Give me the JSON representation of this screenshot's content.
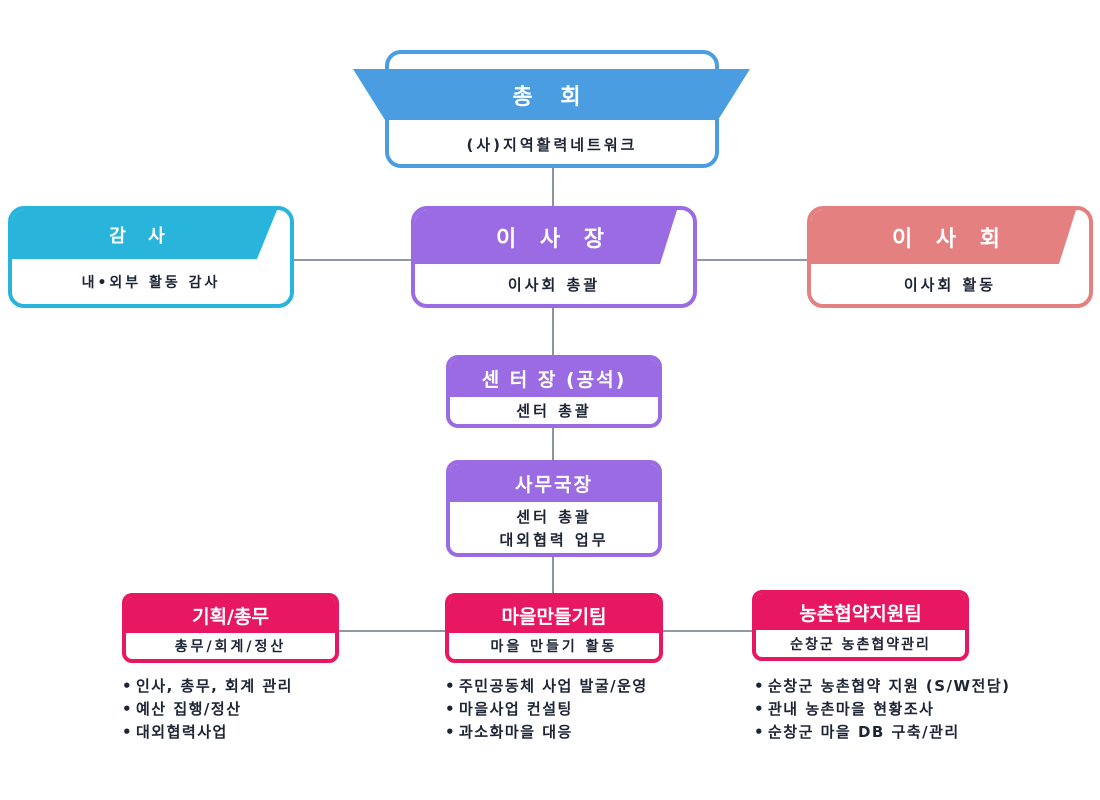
{
  "general_assembly": {
    "title": "총 회",
    "subtitle": "(사)지역활력네트워크"
  },
  "auditor": {
    "title": "감 사",
    "subtitle": "내•외부 활동 감사"
  },
  "chairman": {
    "title": "이 사 장",
    "subtitle": "이사회 총괄"
  },
  "board": {
    "title": "이 사 회",
    "subtitle": "이사회 활동"
  },
  "center_director": {
    "title": "센 터 장 (공석)",
    "subtitle": "센터 총괄"
  },
  "secretary_general": {
    "title": "사무국장",
    "subtitle_1": "센터 총괄",
    "subtitle_2": "대외협력 업무"
  },
  "teams": [
    {
      "title": "기획/총무",
      "subtitle": "총무/회계/정산",
      "duties": [
        "인사, 총무, 회계 관리",
        "예산 집행/정산",
        "대외협력사업"
      ]
    },
    {
      "title": "마을만들기팀",
      "subtitle": "마을 만들기 활동",
      "duties": [
        "주민공동체 사업 발굴/운영",
        "마을사업 컨설팅",
        "과소화마을 대응"
      ]
    },
    {
      "title": "농촌협약지원팀",
      "subtitle": "순창군 농촌협약관리",
      "duties": [
        "순창군 농촌협약 지원 (S/W전담)",
        "관내 농촌마을 현황조사",
        "순창군 마을 DB 구축/관리"
      ]
    }
  ],
  "colors": {
    "blue": "#4a9de0",
    "cyan": "#29b4dc",
    "purple": "#9b6be3",
    "salmon": "#e58080",
    "crimson": "#e81761",
    "line": "#4d5a6c"
  }
}
